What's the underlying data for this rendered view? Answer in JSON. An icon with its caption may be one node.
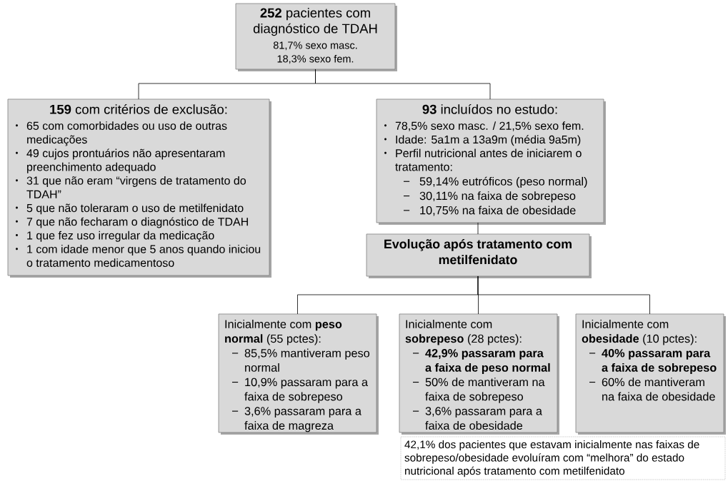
{
  "diagram": {
    "nodes": [
      {
        "text": [
          "**252** pacientes com diagnóstico de TDAH",
          "81,7% sexo masc.",
          "18,3% sexo fem."
        ]
      },
      {
        "text": [
          "**159** com critérios de exclusão:",
          "65 com comorbidades ou uso de outras medicações",
          "49 cujos prontuários não apresentaram preenchimento adequado",
          "31 que não eram “virgens de tratamento do TDAH”",
          "5 que não toleraram o uso de metilfenidato",
          "7 que não fecharam o diagnóstico de TDAH",
          "1 que fez uso irregular da medicação",
          "1 com idade menor que 5 anos quando iniciou o tratamento medicamentoso"
        ]
      },
      {
        "text": [
          "**93** incluídos no estudo:",
          "78,5% sexo masc. / 21,5% sexo fem.",
          "Idade: 5a1m a 13a9m (média 9a5m)",
          "Perfil nutricional antes de iniciarem o tratamento:",
          "59,14% eutróficos (peso normal)",
          "30,11% na faixa de sobrepeso",
          "10,75% na faixa de obesidade"
        ]
      },
      {
        "text": [
          "Evolução após tratamento com metilfenidato"
        ]
      },
      {
        "text": [
          "Inicialmente com **peso normal** (55 pctes):",
          "85,5% mantiveram peso normal",
          "10,9% passaram para a faixa de sobrepeso",
          "3,6% passaram para a faixa de magreza"
        ]
      },
      {
        "text": [
          "Inicialmente com **sobrepeso** (28 pctes):",
          "**42,9% passaram para a faixa de peso normal**",
          "50% de mantiveram na faixa de sobrepeso",
          "3,6% passaram para a faixa de obesidade"
        ]
      },
      {
        "text": [
          "Inicialmente com **obesidade** (10 pctes):",
          "**40% passaram para a faixa de sobrepeso**",
          "60% de mantiveram na faixa de obesidade"
        ]
      },
      {
        "text": [
          "42,1% dos pacientes que estavam inicialmente nas faixas de sobrepeso/obesidade evoluíram com “melhora” do estado nutricional após tratamento com metilfenidato"
        ]
      }
    ],
    "edges": [
      {
        "from": 0,
        "to": 1,
        "arrow": "none"
      },
      {
        "from": 0,
        "to": 2,
        "arrow": "none"
      },
      {
        "from": 2,
        "to": 3,
        "arrow": "none"
      },
      {
        "from": 3,
        "to": 4,
        "arrow": "none"
      },
      {
        "from": 3,
        "to": 5,
        "arrow": "none"
      },
      {
        "from": 3,
        "to": 6,
        "arrow": "none"
      }
    ]
  }
}
